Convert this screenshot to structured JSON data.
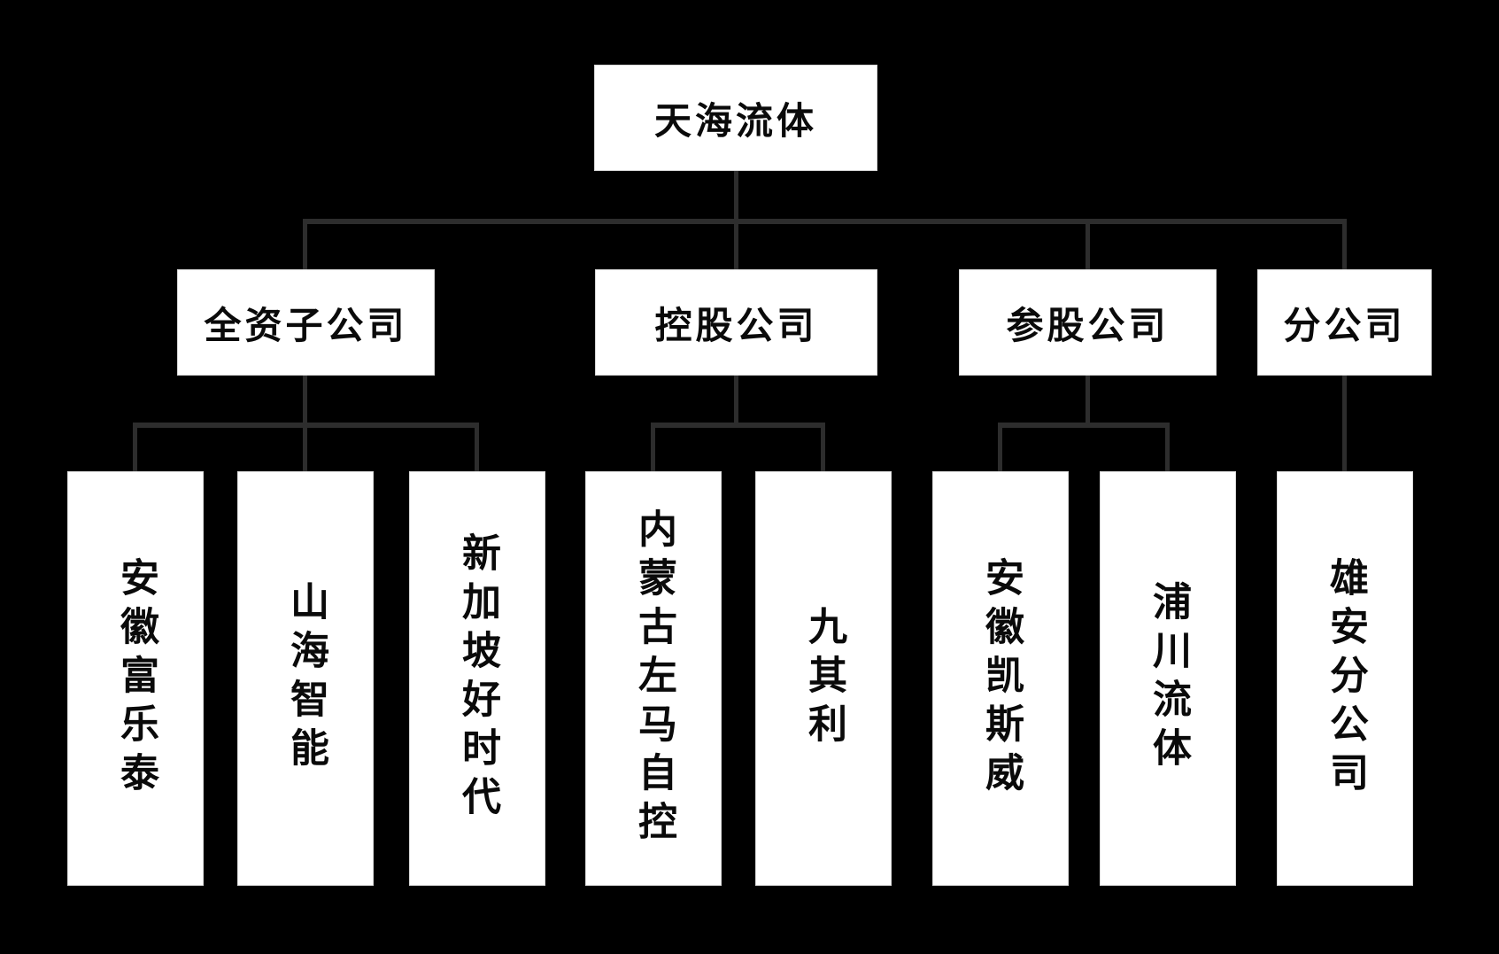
{
  "diagram": {
    "type": "org-chart",
    "root": {
      "label": "天海流体"
    },
    "branches": [
      {
        "label": "全资子公司",
        "children": [
          {
            "label": "安徽富乐泰"
          },
          {
            "label": "山海智能"
          },
          {
            "label": "新加坡好时代"
          }
        ]
      },
      {
        "label": "控股公司",
        "children": [
          {
            "label": "内蒙古左马自控"
          },
          {
            "label": "九其利"
          }
        ]
      },
      {
        "label": "参股公司",
        "children": [
          {
            "label": "安徽凯斯威"
          },
          {
            "label": "浦川流体"
          }
        ]
      },
      {
        "label": "分公司",
        "children": [
          {
            "label": "雄安分公司"
          }
        ]
      }
    ],
    "colors": {
      "background": "#000000",
      "box_fill": "#ffffff",
      "box_text": "#0a0a0a",
      "connector": "#2d2d2d"
    }
  }
}
